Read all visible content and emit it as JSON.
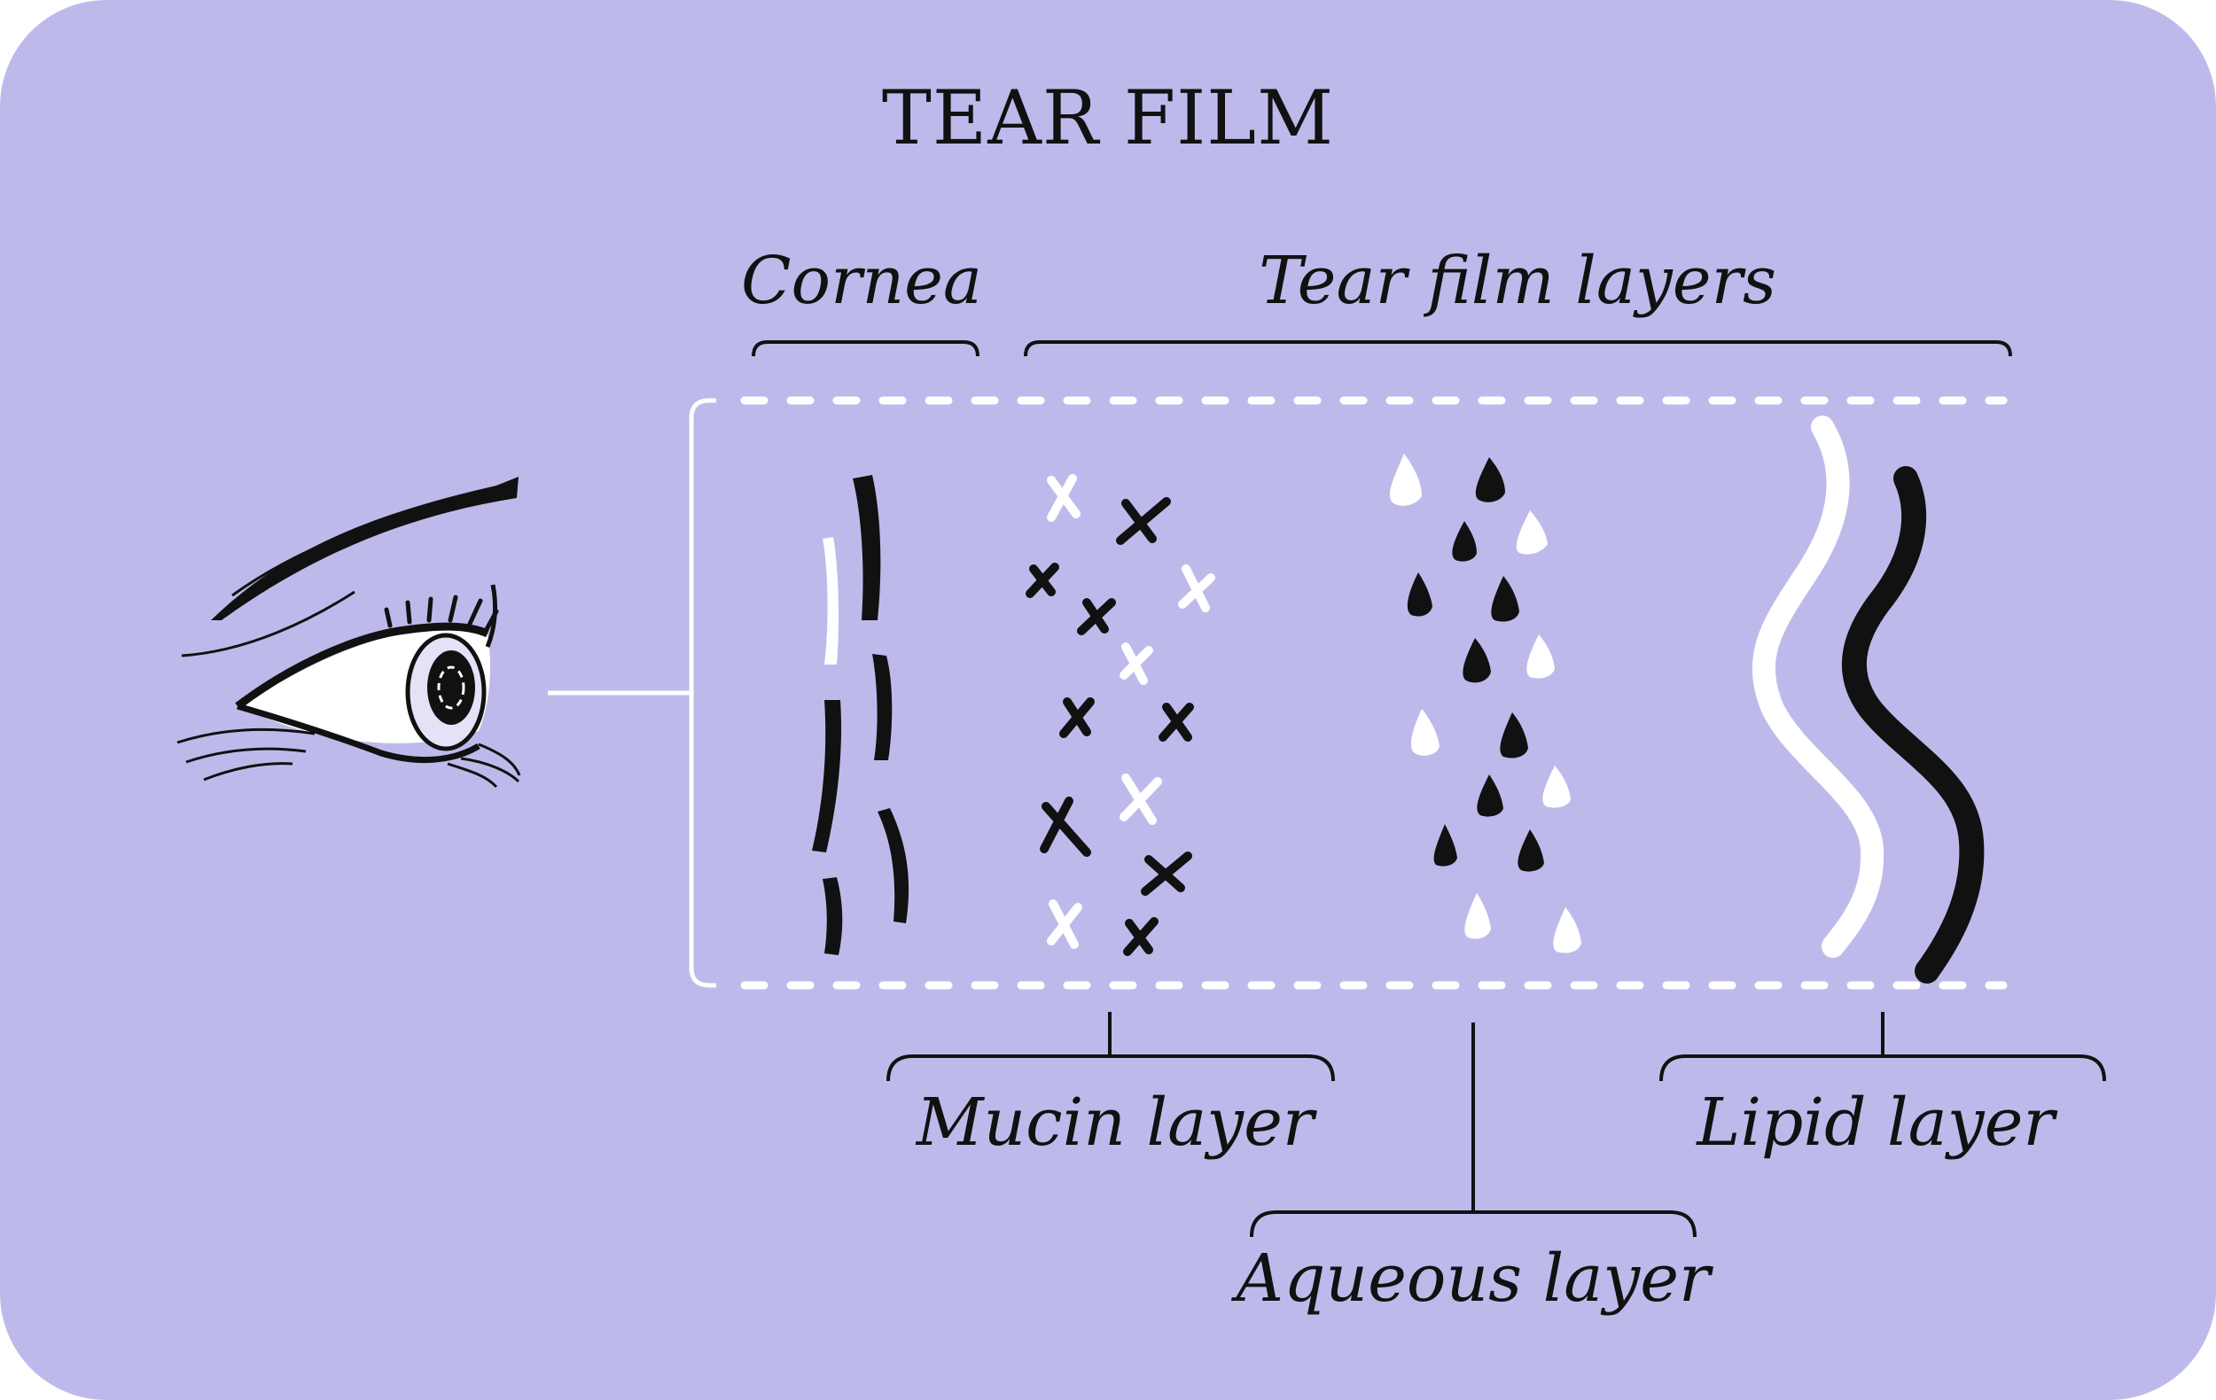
{
  "title": "TEAR FILM",
  "labels": {
    "cornea": "Cornea",
    "tear_film_layers": "Tear film layers",
    "mucin_layer": "Mucin layer",
    "aqueous_layer": "Aqueous layer",
    "lipid_layer": "Lipid layer"
  },
  "colors": {
    "background": "#bdbaeb",
    "ink": "#111111",
    "white": "#ffffff"
  },
  "icons": [
    "eye-icon",
    "cornea-strokes-icon",
    "mucin-crosses-icon",
    "aqueous-drops-icon",
    "lipid-waves-icon"
  ]
}
